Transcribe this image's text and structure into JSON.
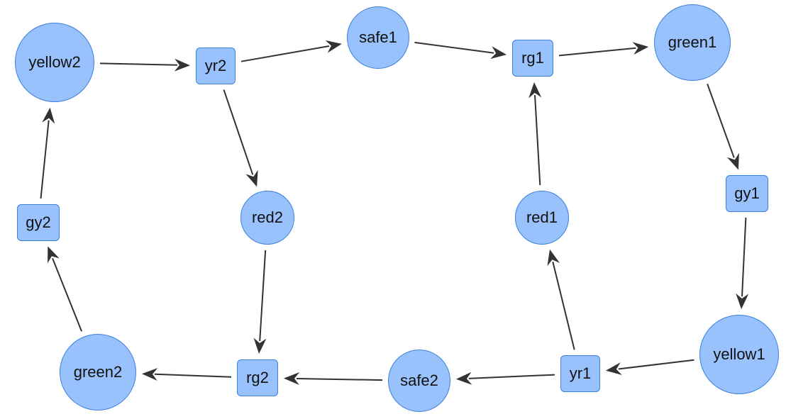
{
  "colors": {
    "node_fill": "#99c2fc",
    "node_stroke": "#3b7fe0",
    "edge": "#333333",
    "background": "#ffffff"
  },
  "nodes": [
    {
      "id": "yellow2",
      "label": "yellow2",
      "kind": "place"
    },
    {
      "id": "yr2",
      "label": "yr2",
      "kind": "transition"
    },
    {
      "id": "safe1",
      "label": "safe1",
      "kind": "place"
    },
    {
      "id": "rg1",
      "label": "rg1",
      "kind": "transition"
    },
    {
      "id": "green1",
      "label": "green1",
      "kind": "place"
    },
    {
      "id": "gy1",
      "label": "gy1",
      "kind": "transition"
    },
    {
      "id": "yellow1",
      "label": "yellow1",
      "kind": "place"
    },
    {
      "id": "yr1",
      "label": "yr1",
      "kind": "transition"
    },
    {
      "id": "safe2",
      "label": "safe2",
      "kind": "place"
    },
    {
      "id": "rg2",
      "label": "rg2",
      "kind": "transition"
    },
    {
      "id": "green2",
      "label": "green2",
      "kind": "place"
    },
    {
      "id": "gy2",
      "label": "gy2",
      "kind": "transition"
    },
    {
      "id": "red2",
      "label": "red2",
      "kind": "place"
    },
    {
      "id": "red1",
      "label": "red1",
      "kind": "place"
    }
  ],
  "edges": [
    {
      "from": "yellow2",
      "to": "yr2"
    },
    {
      "from": "yr2",
      "to": "safe1"
    },
    {
      "from": "yr2",
      "to": "red2"
    },
    {
      "from": "safe1",
      "to": "rg1"
    },
    {
      "from": "rg1",
      "to": "green1"
    },
    {
      "from": "green1",
      "to": "gy1"
    },
    {
      "from": "gy1",
      "to": "yellow1"
    },
    {
      "from": "yellow1",
      "to": "yr1"
    },
    {
      "from": "yr1",
      "to": "safe2"
    },
    {
      "from": "yr1",
      "to": "red1"
    },
    {
      "from": "red1",
      "to": "rg1"
    },
    {
      "from": "safe2",
      "to": "rg2"
    },
    {
      "from": "red2",
      "to": "rg2"
    },
    {
      "from": "rg2",
      "to": "green2"
    },
    {
      "from": "green2",
      "to": "gy2"
    },
    {
      "from": "gy2",
      "to": "yellow2"
    }
  ]
}
